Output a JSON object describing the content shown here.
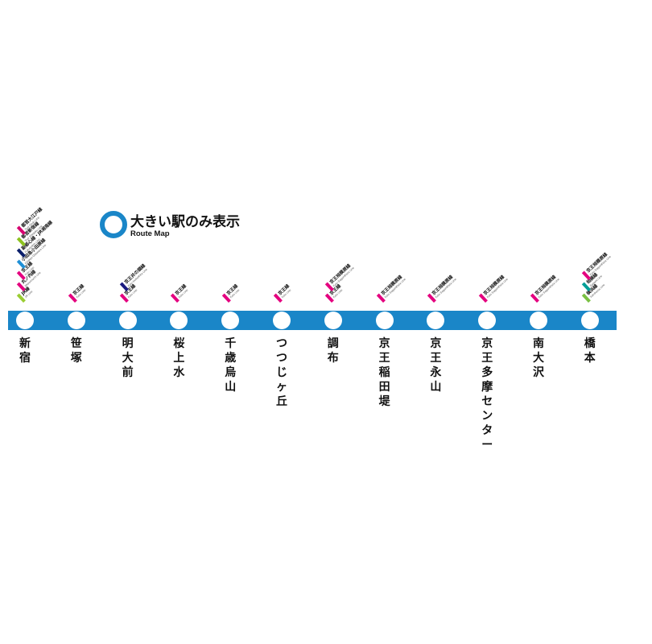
{
  "title": {
    "main": "大きい駅のみ表示",
    "sub": "Route Map",
    "ring_color": "#1a86c8"
  },
  "line_color": "#1a86c8",
  "stations": [
    {
      "name": "新宿",
      "transfers": [
        {
          "ja": "JR線",
          "en": "JR Line",
          "color": "#9acd32"
        },
        {
          "ja": "丸ノ内線",
          "en": "Marunouchi Line",
          "color": "#e4007f"
        },
        {
          "ja": "京王線",
          "en": "Keio Line",
          "color": "#e4007f"
        },
        {
          "ja": "小田急小田原線",
          "en": "Odakyu Odawara Line",
          "color": "#1e8fd6"
        },
        {
          "ja": "副都心線・JR湘南線",
          "en": "Fukutoshin Line",
          "color": "#0b1f6b"
        },
        {
          "ja": "都営新宿線",
          "en": "Toei Shinjuku Line",
          "color": "#8dc21f"
        },
        {
          "ja": "都営大江戸線",
          "en": "Toei Oedo Line",
          "color": "#d6006f"
        }
      ]
    },
    {
      "name": "笹塚",
      "transfers": [
        {
          "ja": "京王線",
          "en": "Keio Line",
          "color": "#e4007f"
        }
      ]
    },
    {
      "name": "明大前",
      "transfers": [
        {
          "ja": "京王線",
          "en": "Keio Line",
          "color": "#e4007f"
        },
        {
          "ja": "京王井の頭線",
          "en": "Keio Inokashira Line",
          "color": "#1a1a80"
        }
      ]
    },
    {
      "name": "桜上水",
      "transfers": [
        {
          "ja": "京王線",
          "en": "Keio Line",
          "color": "#e4007f"
        }
      ]
    },
    {
      "name": "千歳烏山",
      "transfers": [
        {
          "ja": "京王線",
          "en": "Keio Line",
          "color": "#e4007f"
        }
      ]
    },
    {
      "name": "つつじヶ丘",
      "transfers": [
        {
          "ja": "京王線",
          "en": "Keio Line",
          "color": "#e4007f"
        }
      ]
    },
    {
      "name": "調布",
      "transfers": [
        {
          "ja": "京王線",
          "en": "Keio Line",
          "color": "#e4007f"
        },
        {
          "ja": "京王相模原線",
          "en": "Keio Sagamihara Line",
          "color": "#e4007f"
        }
      ]
    },
    {
      "name": "京王稲田堤",
      "transfers": [
        {
          "ja": "京王相模原線",
          "en": "Keio Sagamihara Line",
          "color": "#e4007f"
        }
      ]
    },
    {
      "name": "京王永山",
      "transfers": [
        {
          "ja": "京王相模原線",
          "en": "Keio Sagamihara Line",
          "color": "#e4007f"
        }
      ]
    },
    {
      "name": "京王多摩センター",
      "transfers": [
        {
          "ja": "京王相模原線",
          "en": "Keio Sagamihara Line",
          "color": "#e4007f"
        }
      ]
    },
    {
      "name": "南大沢",
      "transfers": [
        {
          "ja": "京王相模原線",
          "en": "Keio Sagamihara Line",
          "color": "#e4007f"
        }
      ]
    },
    {
      "name": "橋本",
      "transfers": [
        {
          "ja": "横浜線",
          "en": "Yokohama Line",
          "color": "#7ac143"
        },
        {
          "ja": "相模線",
          "en": "Sagami Line",
          "color": "#009e96"
        },
        {
          "ja": "京王相模原線",
          "en": "Keio Sagamihara Line",
          "color": "#e4007f"
        }
      ]
    }
  ]
}
